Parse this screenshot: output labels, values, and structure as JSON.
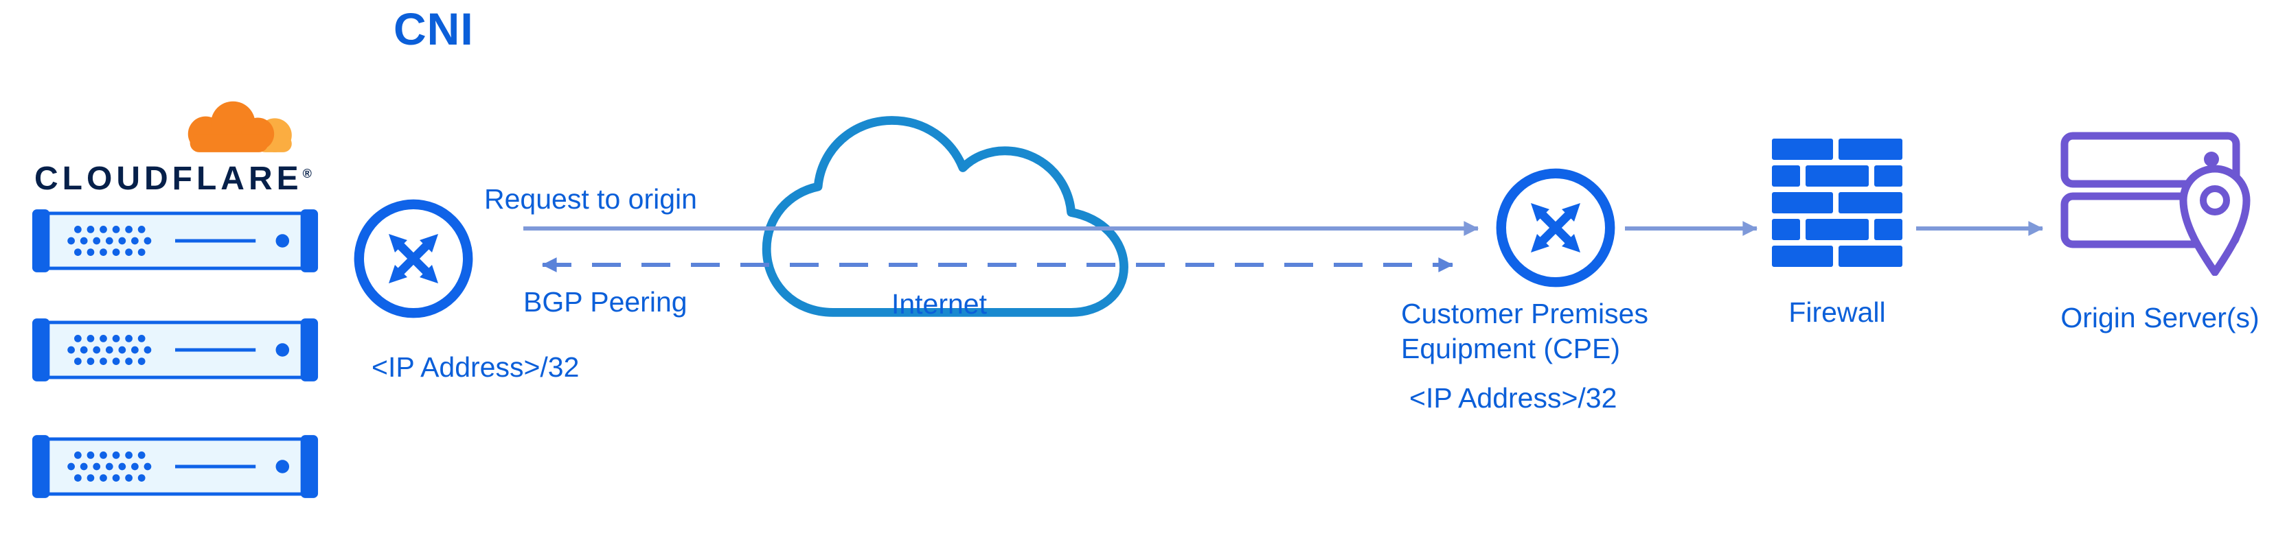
{
  "title": "CNI",
  "cloudflare": {
    "brand": "CLOUDFLARE",
    "registered": "®"
  },
  "edge_router": {
    "ip": "<IP Address>/32"
  },
  "links": {
    "request": "Request to origin",
    "bgp": "BGP Peering"
  },
  "internet": {
    "label": "Internet"
  },
  "cpe": {
    "name": "Customer Premises Equipment (CPE)",
    "ip": "<IP Address>/32"
  },
  "firewall": {
    "label": "Firewall"
  },
  "origin": {
    "label": "Origin Server(s)"
  },
  "icons": {
    "cloudflare_logo": "cloudflare-cloud-icon",
    "servers": "server-rack-icon",
    "edge_router": "router-icon",
    "internet": "internet-cloud-icon",
    "cpe_router": "router-icon",
    "firewall": "firewall-brick-icon",
    "origin": "origin-server-icon",
    "origin_pin": "location-pin-icon"
  },
  "colors": {
    "blue_text": "#0B5FD9",
    "blue_icon": "#0F63E8",
    "cloud_stroke": "#1989CF",
    "arrow": "#7E99D9",
    "arrow_dashed": "#5B83D9",
    "logo_orange": "#F6821F",
    "logo_orange_light": "#FBAD41",
    "logo_navy": "#06204A",
    "purple": "#6D57D2",
    "server_fill": "#E9F6FE"
  }
}
